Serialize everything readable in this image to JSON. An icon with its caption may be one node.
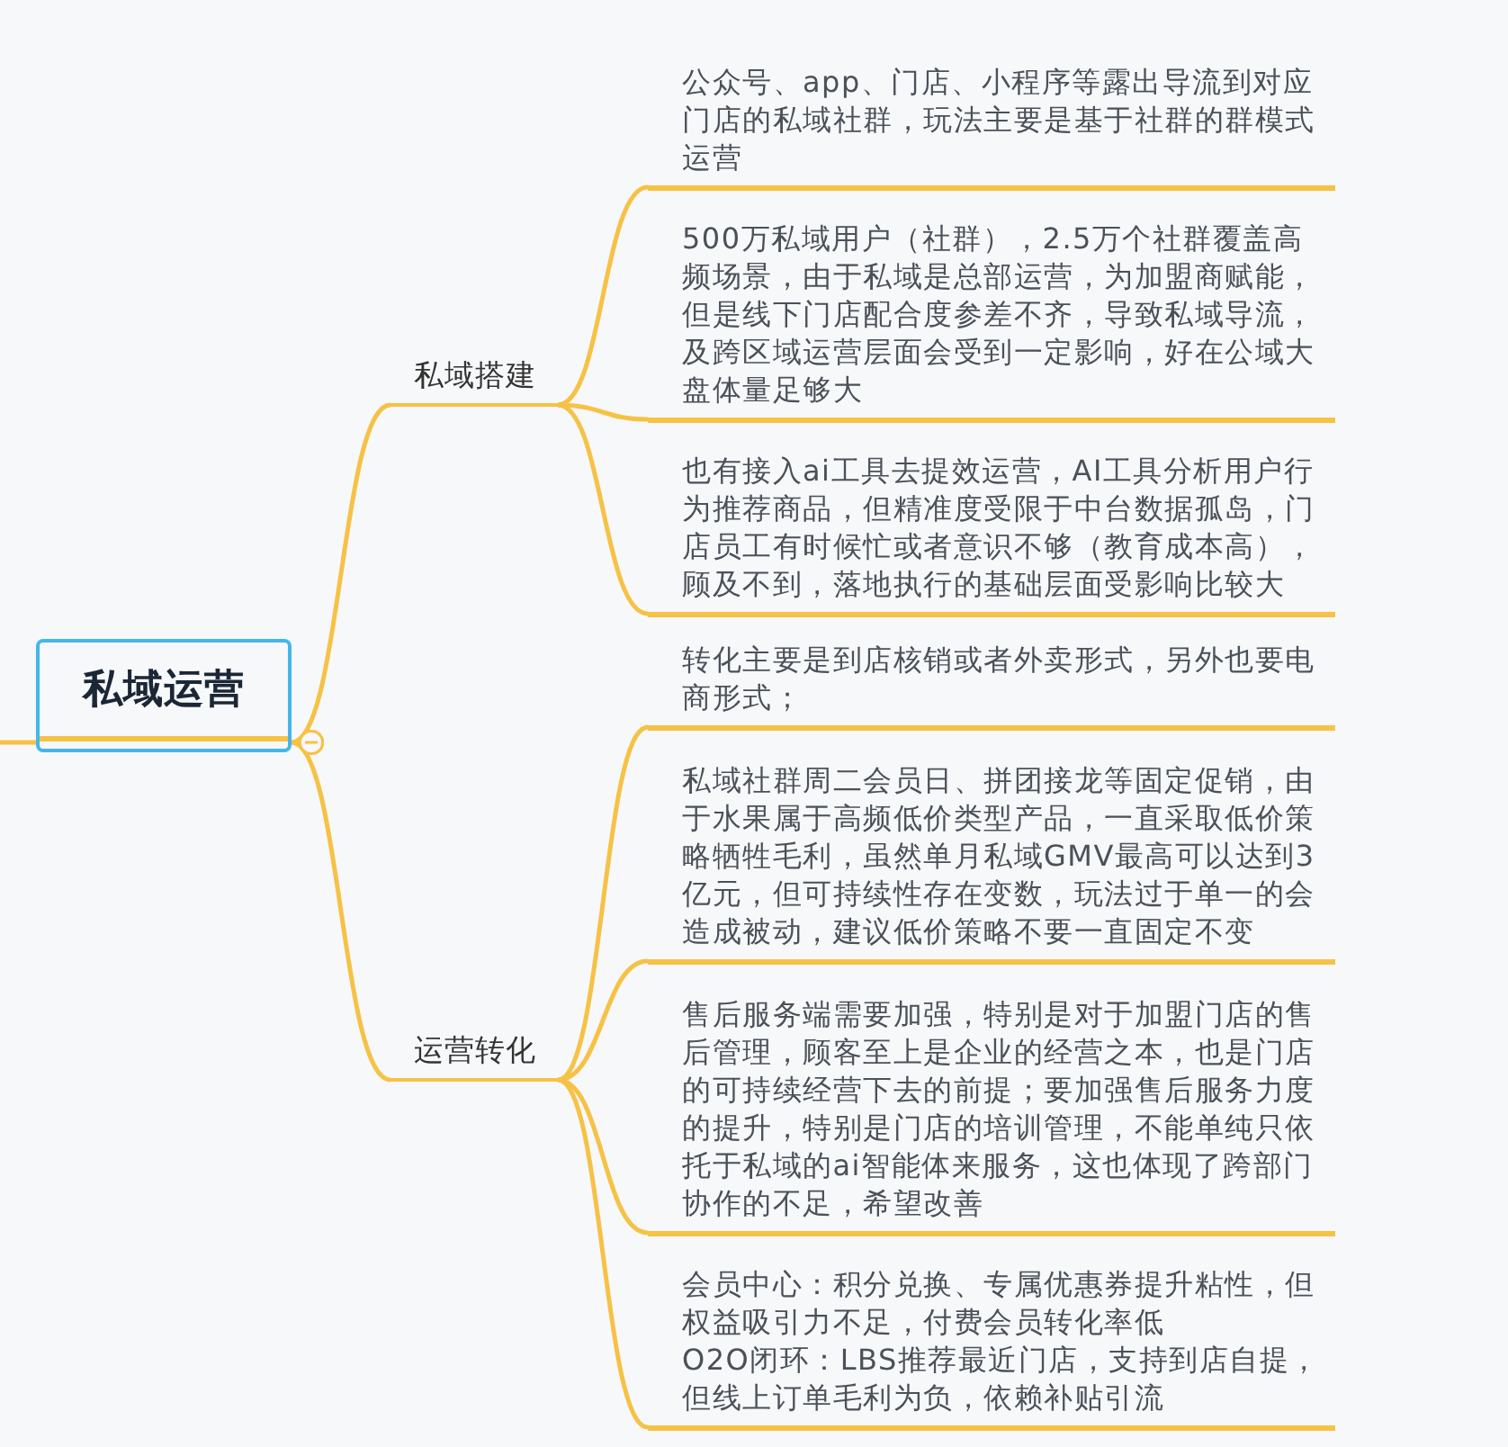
{
  "diagram": {
    "nodes": [
      {
        "text": [
          "私域运营"
        ]
      },
      {
        "text": [
          "私域搭建"
        ]
      },
      {
        "text": [
          "公众号、app、门店、小程序等露出导流到对应门店的私域社群，玩法主要是基于社群的群模式运营"
        ]
      },
      {
        "text": [
          "500万私域用户（社群），2.5万个社群覆盖高频场景，由于私域是总部运营，为加盟商赋能，但是线下门店配合度参差不齐，导致私域导流，及跨区域运营层面会受到一定影响，好在公域大盘体量足够大"
        ]
      },
      {
        "text": [
          "也有接入ai工具去提效运营，AI工具分析用户行为推荐商品，但精准度受限于中台数据孤岛，门店员工有时候忙或者意识不够（教育成本高），顾及不到，落地执行的基础层面受影响比较大"
        ]
      },
      {
        "text": [
          "运营转化"
        ]
      },
      {
        "text": [
          "转化主要是到店核销或者外卖形式，另外也要电商形式；"
        ]
      },
      {
        "text": [
          "私域社群周二会员日、拼团接龙等固定促销，由于水果属于高频低价类型产品，一直采取低价策略牺牲毛利，虽然单月私域GMV最高可以达到3亿元，但可持续性存在变数，玩法过于单一的会造成被动，建议低价策略不要一直固定不变"
        ]
      },
      {
        "text": [
          "售后服务端需要加强，特别是对于加盟门店的售后管理，顾客至上是企业的经营之本，也是门店的可持续经营下去的前提；要加强售后服务力度的提升，特别是门店的培训管理，不能单纯只依托于私域的ai智能体来服务，这也体现了跨部门协作的不足，希望改善"
        ]
      },
      {
        "text": [
          "会员中心：积分兑换、专属优惠券提升粘性，但权益吸引力不足，付费会员转化率低",
          "O2O闭环：LBS推荐最近门店，支持到店自提，但线上订单毛利为负，依赖补贴引流"
        ]
      }
    ],
    "edges": [
      {
        "from": null,
        "to": 0,
        "arrow": "none"
      },
      {
        "from": 0,
        "to": 1,
        "arrow": "other"
      },
      {
        "from": 0,
        "to": 5,
        "arrow": "other"
      },
      {
        "from": 1,
        "to": 2,
        "arrow": "none"
      },
      {
        "from": 1,
        "to": 3,
        "arrow": "none"
      },
      {
        "from": 1,
        "to": 4,
        "arrow": "none"
      },
      {
        "from": 5,
        "to": 6,
        "arrow": "none"
      },
      {
        "from": 5,
        "to": 7,
        "arrow": "none"
      },
      {
        "from": 5,
        "to": 8,
        "arrow": "none"
      },
      {
        "from": 5,
        "to": 9,
        "arrow": "none"
      }
    ]
  }
}
